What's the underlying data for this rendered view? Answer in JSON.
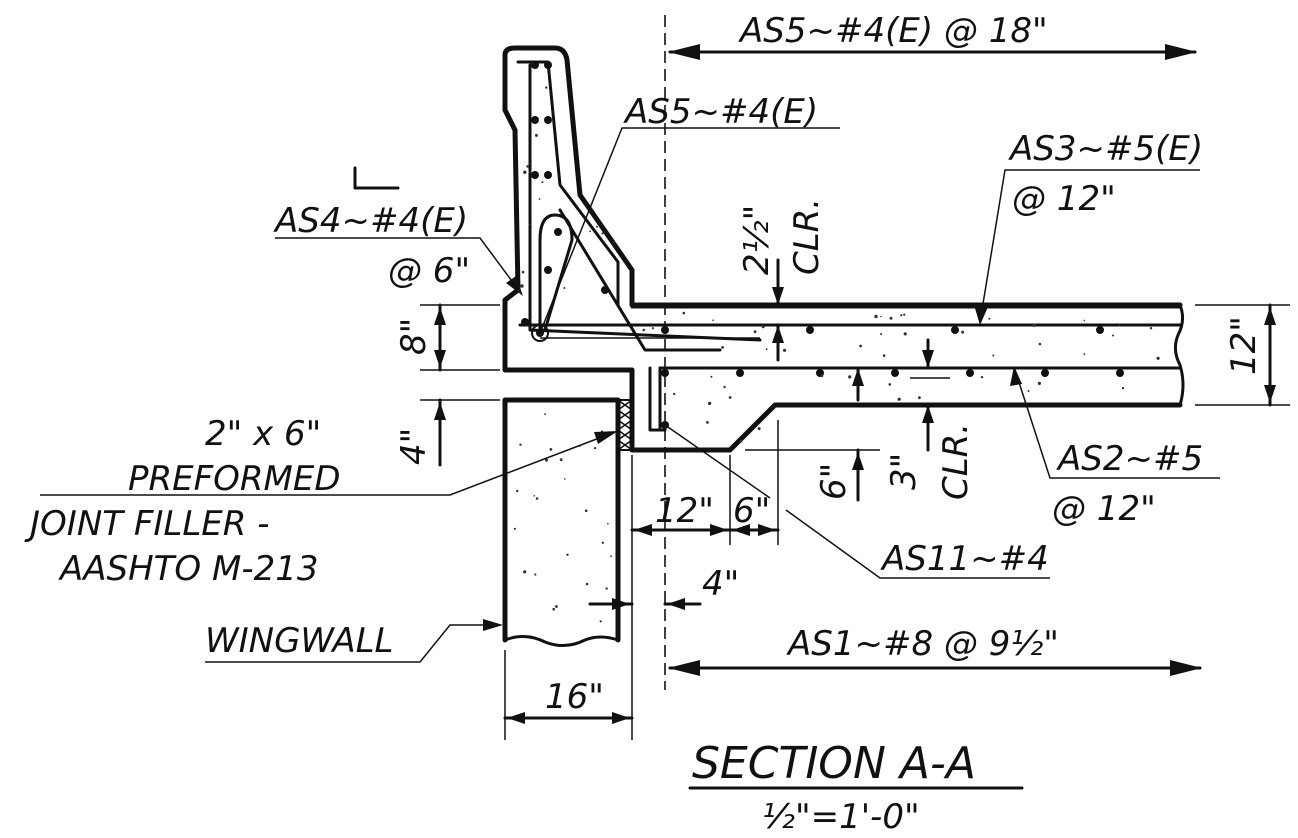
{
  "labels": {
    "as5_top": "AS5~#4(E) @ 18\"",
    "as5_inner": "AS5~#4(E)",
    "as3_line1": "AS3~#5(E)",
    "as3_line2": "@ 12\"",
    "as4_line1": "AS4~#4(E)",
    "as4_line2": "@ 6\"",
    "clr_top_dim": "2½\"",
    "clr_top_word": "CLR.",
    "dim_8": "8\"",
    "dim_12_right": "12\"",
    "dim_4_left": "4\"",
    "joint_line1": "2\" x 6\"",
    "joint_line2": "PREFORMED",
    "joint_line3": "JOINT FILLER -",
    "joint_line4": "AASHTO M-213",
    "as2_line1": "AS2~#5",
    "as2_line2": "@ 12\"",
    "clr_bot_dim": "3\"",
    "clr_bot_word": "CLR.",
    "dim_6_vert": "6\"",
    "dim_12_horiz": "12\"",
    "dim_6_horiz": "6\"",
    "as11": "AS11~#4",
    "dim_4_horiz": "4\"",
    "wingwall": "WINGWALL",
    "as1": "AS1~#8 @ 9½\"",
    "dim_16": "16\""
  },
  "title": {
    "name": "SECTION A-A",
    "scale": "½\"=1'-0\""
  },
  "colors": {
    "ink": "#111111",
    "paper": "#ffffff"
  }
}
